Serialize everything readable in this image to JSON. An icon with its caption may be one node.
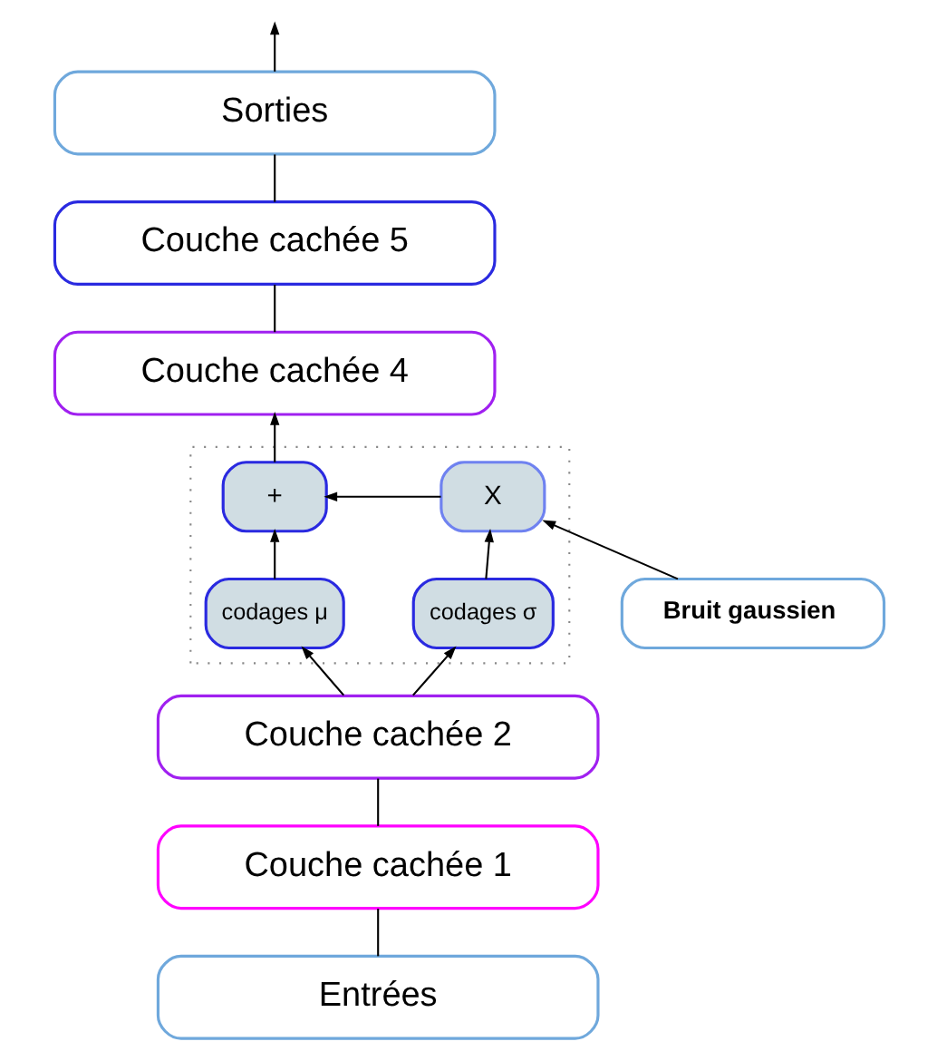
{
  "diagram": {
    "nodes": [
      {
        "text": [
          "Sorties"
        ]
      },
      {
        "text": [
          "Couche cachée 5"
        ]
      },
      {
        "text": [
          "Couche cachée 4"
        ]
      },
      {
        "text": [],
        "shape": "box"
      },
      {
        "text": [
          "+"
        ],
        "in": 3
      },
      {
        "text": [
          "X"
        ],
        "in": 3
      },
      {
        "text": [
          "Bruit gaussien"
        ]
      },
      {
        "text": [
          "codages μ"
        ],
        "in": 3
      },
      {
        "text": [
          "codages σ"
        ],
        "in": 3
      },
      {
        "text": [
          "Couche cachée 2"
        ]
      },
      {
        "text": [
          "Couche cachée 1"
        ]
      },
      {
        "text": [
          "Entrées"
        ]
      }
    ],
    "edges": [
      {
        "from": 0,
        "to": null,
        "arrow": "to"
      },
      {
        "from": 1,
        "to": 0,
        "arrow": "none"
      },
      {
        "from": 2,
        "to": 1,
        "arrow": "none"
      },
      {
        "from": 4,
        "to": 2,
        "arrow": "to"
      },
      {
        "from": 5,
        "to": 4,
        "arrow": "to"
      },
      {
        "from": 6,
        "to": 5,
        "arrow": "to"
      },
      {
        "from": 7,
        "to": 4,
        "arrow": "to"
      },
      {
        "from": 8,
        "to": 5,
        "arrow": "to"
      },
      {
        "from": 9,
        "to": 7,
        "arrow": "to"
      },
      {
        "from": 9,
        "to": 8,
        "arrow": "to"
      },
      {
        "from": 10,
        "to": 9,
        "arrow": "none"
      },
      {
        "from": 11,
        "to": 10,
        "arrow": "none"
      }
    ]
  }
}
